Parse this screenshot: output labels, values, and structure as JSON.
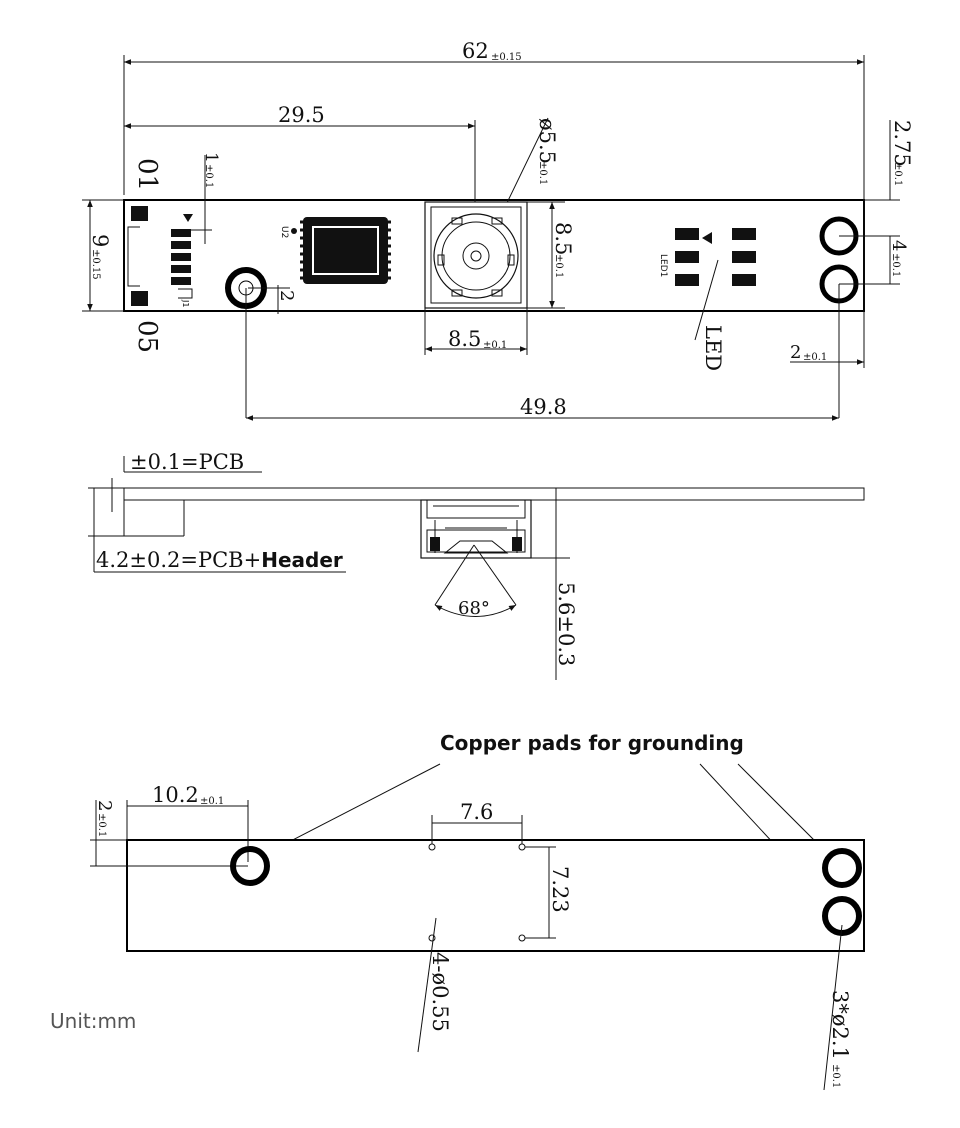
{
  "top_view": {
    "overall_length": "62",
    "overall_length_tol": "±0.15",
    "connector_to_lens": "29.5",
    "lens_diameter": "ø5.5",
    "lens_diameter_tol": "±0.1",
    "right_edge_offset": "2.75",
    "right_edge_offset_tol": "±0.1",
    "pin_label_top": "01",
    "pin_pitch": "1",
    "pin_pitch_tol": "±0.1",
    "pin_label_bottom": "05",
    "board_width": "9",
    "board_width_tol": "±0.15",
    "connector_ref": "J1",
    "ic_ref": "U2",
    "hole_offset": "2",
    "lens_height": "8.5",
    "lens_height_tol": "±0.1",
    "lens_width": "8.5",
    "lens_width_tol": "±0.1",
    "led_ref": "LED1",
    "led_label": "LED",
    "pad_spacing": "4",
    "pad_spacing_tol": "±0.1",
    "pad_edge_offset": "2",
    "pad_edge_offset_tol": "±0.1",
    "hole_to_pad": "49.8"
  },
  "side_view": {
    "pcb_thickness": "±0.1=PCB",
    "header_height_prefix": "4.2±0.2=PCB+",
    "header_height_bold": "Header",
    "fov": "68°",
    "lens_stack": "5.6±0.3"
  },
  "bottom_view": {
    "callout": "Copper pads for grounding",
    "hole_edge_x": "10.2",
    "hole_edge_x_tol": "±0.1",
    "hole_edge_y": "2",
    "hole_edge_y_tol": "±0.1",
    "pin_spacing_x": "7.6",
    "pin_spacing_y": "7.23",
    "small_holes": "4-ø0.55",
    "large_holes": "3*ø2.1",
    "large_holes_tol": "±0.1"
  },
  "unit_label": "Unit:mm"
}
